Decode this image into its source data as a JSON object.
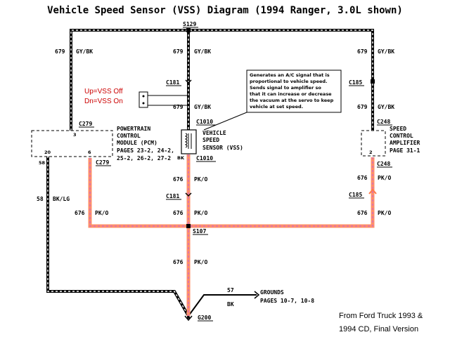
{
  "title": "Vehicle Speed Sensor (VSS) Diagram (1994 Ranger, 3.0L shown)",
  "source_note": [
    "From Ford Truck 1993 &",
    "1994 CD, Final Version"
  ],
  "switch_labels": [
    "Up=VSS Off",
    "Dn=VSS On"
  ],
  "splices": {
    "top": "S129",
    "mid": "S107"
  },
  "connectors": {
    "c181_top": "C181",
    "c185_top": "C185",
    "c1010_top": "C1010",
    "c1010_bot": "C1010",
    "c279_top": "C279",
    "c279_bot": "C279",
    "c248_top": "C248",
    "c248_bot": "C248",
    "c181_bot": "C181",
    "c185_bot": "C185"
  },
  "wires": {
    "w679_left": "679",
    "w679_left_color": "GY/BK",
    "w679_mid": "679",
    "w679_mid_color": "GY/BK",
    "w679_mid2": "679",
    "w679_mid2_color": "GY/BK",
    "w679_right": "679",
    "w679_right_color": "GY/BK",
    "w679_right2": "679",
    "w679_right2_color": "GY/BK",
    "w676_mid1": "676",
    "w676_mid1_color": "PK/O",
    "w676_mid2": "676",
    "w676_mid2_color": "PK/O",
    "w676_mid3": "676",
    "w676_mid3_color": "PK/O",
    "w676_left": "676",
    "w676_left_color": "PK/O",
    "w676_right": "676",
    "w676_right_color": "PK/O",
    "w676_right1": "676",
    "w676_right1_color": "PK/O",
    "w58": "58",
    "w58_color": "BK/LG",
    "w57": "57",
    "w57_color": "BK"
  },
  "pins": {
    "pcm_top": "3",
    "pcm_left": "20",
    "pcm_right": "6",
    "pcm_bot": "58",
    "vss_bot": "BK",
    "amp_bot": "2"
  },
  "components": {
    "pcm": [
      "POWERTRAIN",
      "CONTROL",
      "MODULE  (PCM)",
      "PAGES 23-2, 24-2,",
      "25-2, 26-2, 27-2"
    ],
    "vss": [
      "VEHICLE",
      "SPEED",
      "SENSOR (VSS)"
    ],
    "amp": [
      "SPEED",
      "CONTROL",
      "AMPLIFIER",
      "PAGE 31-1"
    ],
    "ground": "G200",
    "grounds": [
      "GROUNDS",
      "PAGES 10-7, 10-8"
    ]
  },
  "note_box": [
    "Generates an A/C signal that is",
    "proportional to vehicle speed.",
    "Sends signal to amplifier so",
    "that it can increase or decrease",
    "the vacuum at the servo to keep",
    "vehicle at set speed."
  ],
  "colors": {
    "hot_wire": "#ff8f6a",
    "wire": "#000000",
    "note_text": "#cc0000"
  }
}
